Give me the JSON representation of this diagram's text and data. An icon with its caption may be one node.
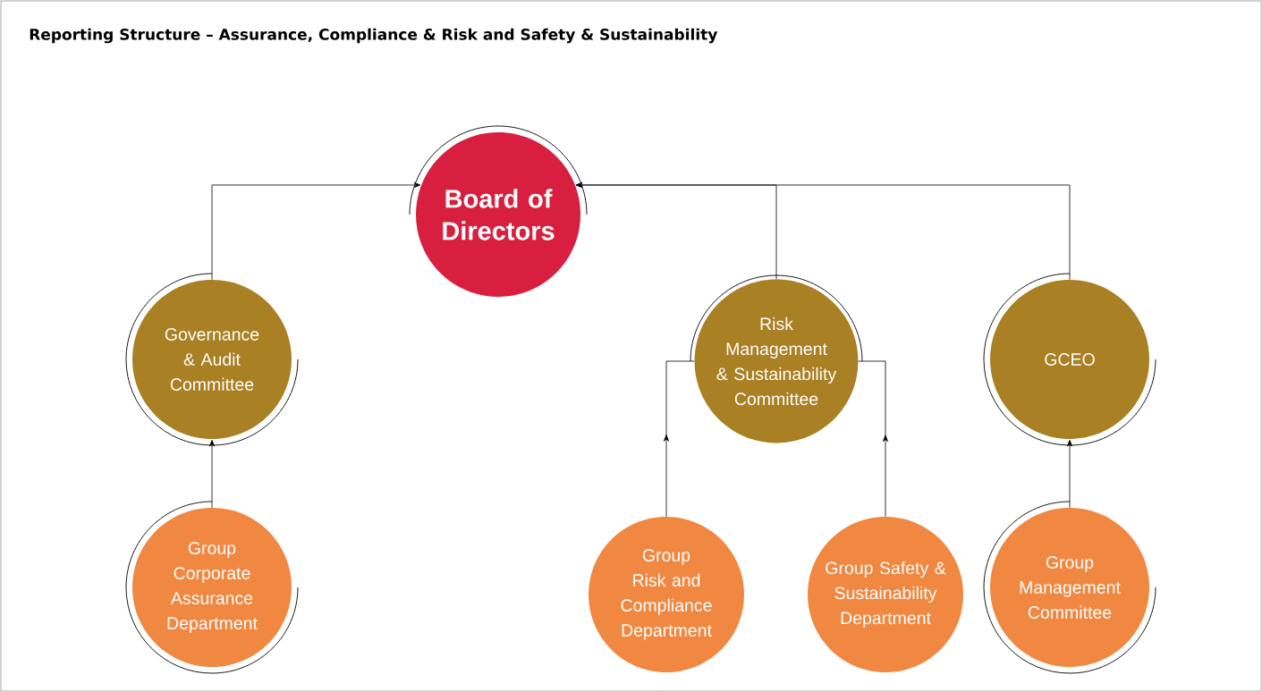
{
  "diagram": {
    "title": "Reporting Structure – Assurance, Compliance & Risk and Safety & Sustainability",
    "nodes": [
      {
        "text": [
          "Board of Directors"
        ]
      },
      {
        "text": [
          "Governance & Audit Committee"
        ]
      },
      {
        "text": [
          "Group Corporate Assurance Department"
        ]
      },
      {
        "text": [
          "Risk Management & Sustainability Committee"
        ]
      },
      {
        "text": [
          "GCEO"
        ]
      },
      {
        "text": [
          "Group Risk and Compliance Department"
        ]
      },
      {
        "text": [
          "Group Safety & Sustainability Department"
        ]
      },
      {
        "text": [
          "Group Management Committee"
        ]
      }
    ],
    "edges": [
      {
        "from": 1,
        "to": 0,
        "arrow": "to"
      },
      {
        "from": 3,
        "to": 0,
        "arrow": "to"
      },
      {
        "from": 4,
        "to": 0,
        "arrow": "to"
      },
      {
        "from": 2,
        "to": 1,
        "arrow": "to"
      },
      {
        "from": 5,
        "to": 3,
        "arrow": "to"
      },
      {
        "from": 6,
        "to": 3,
        "arrow": "to"
      },
      {
        "from": 7,
        "to": 4,
        "arrow": "to"
      }
    ]
  }
}
